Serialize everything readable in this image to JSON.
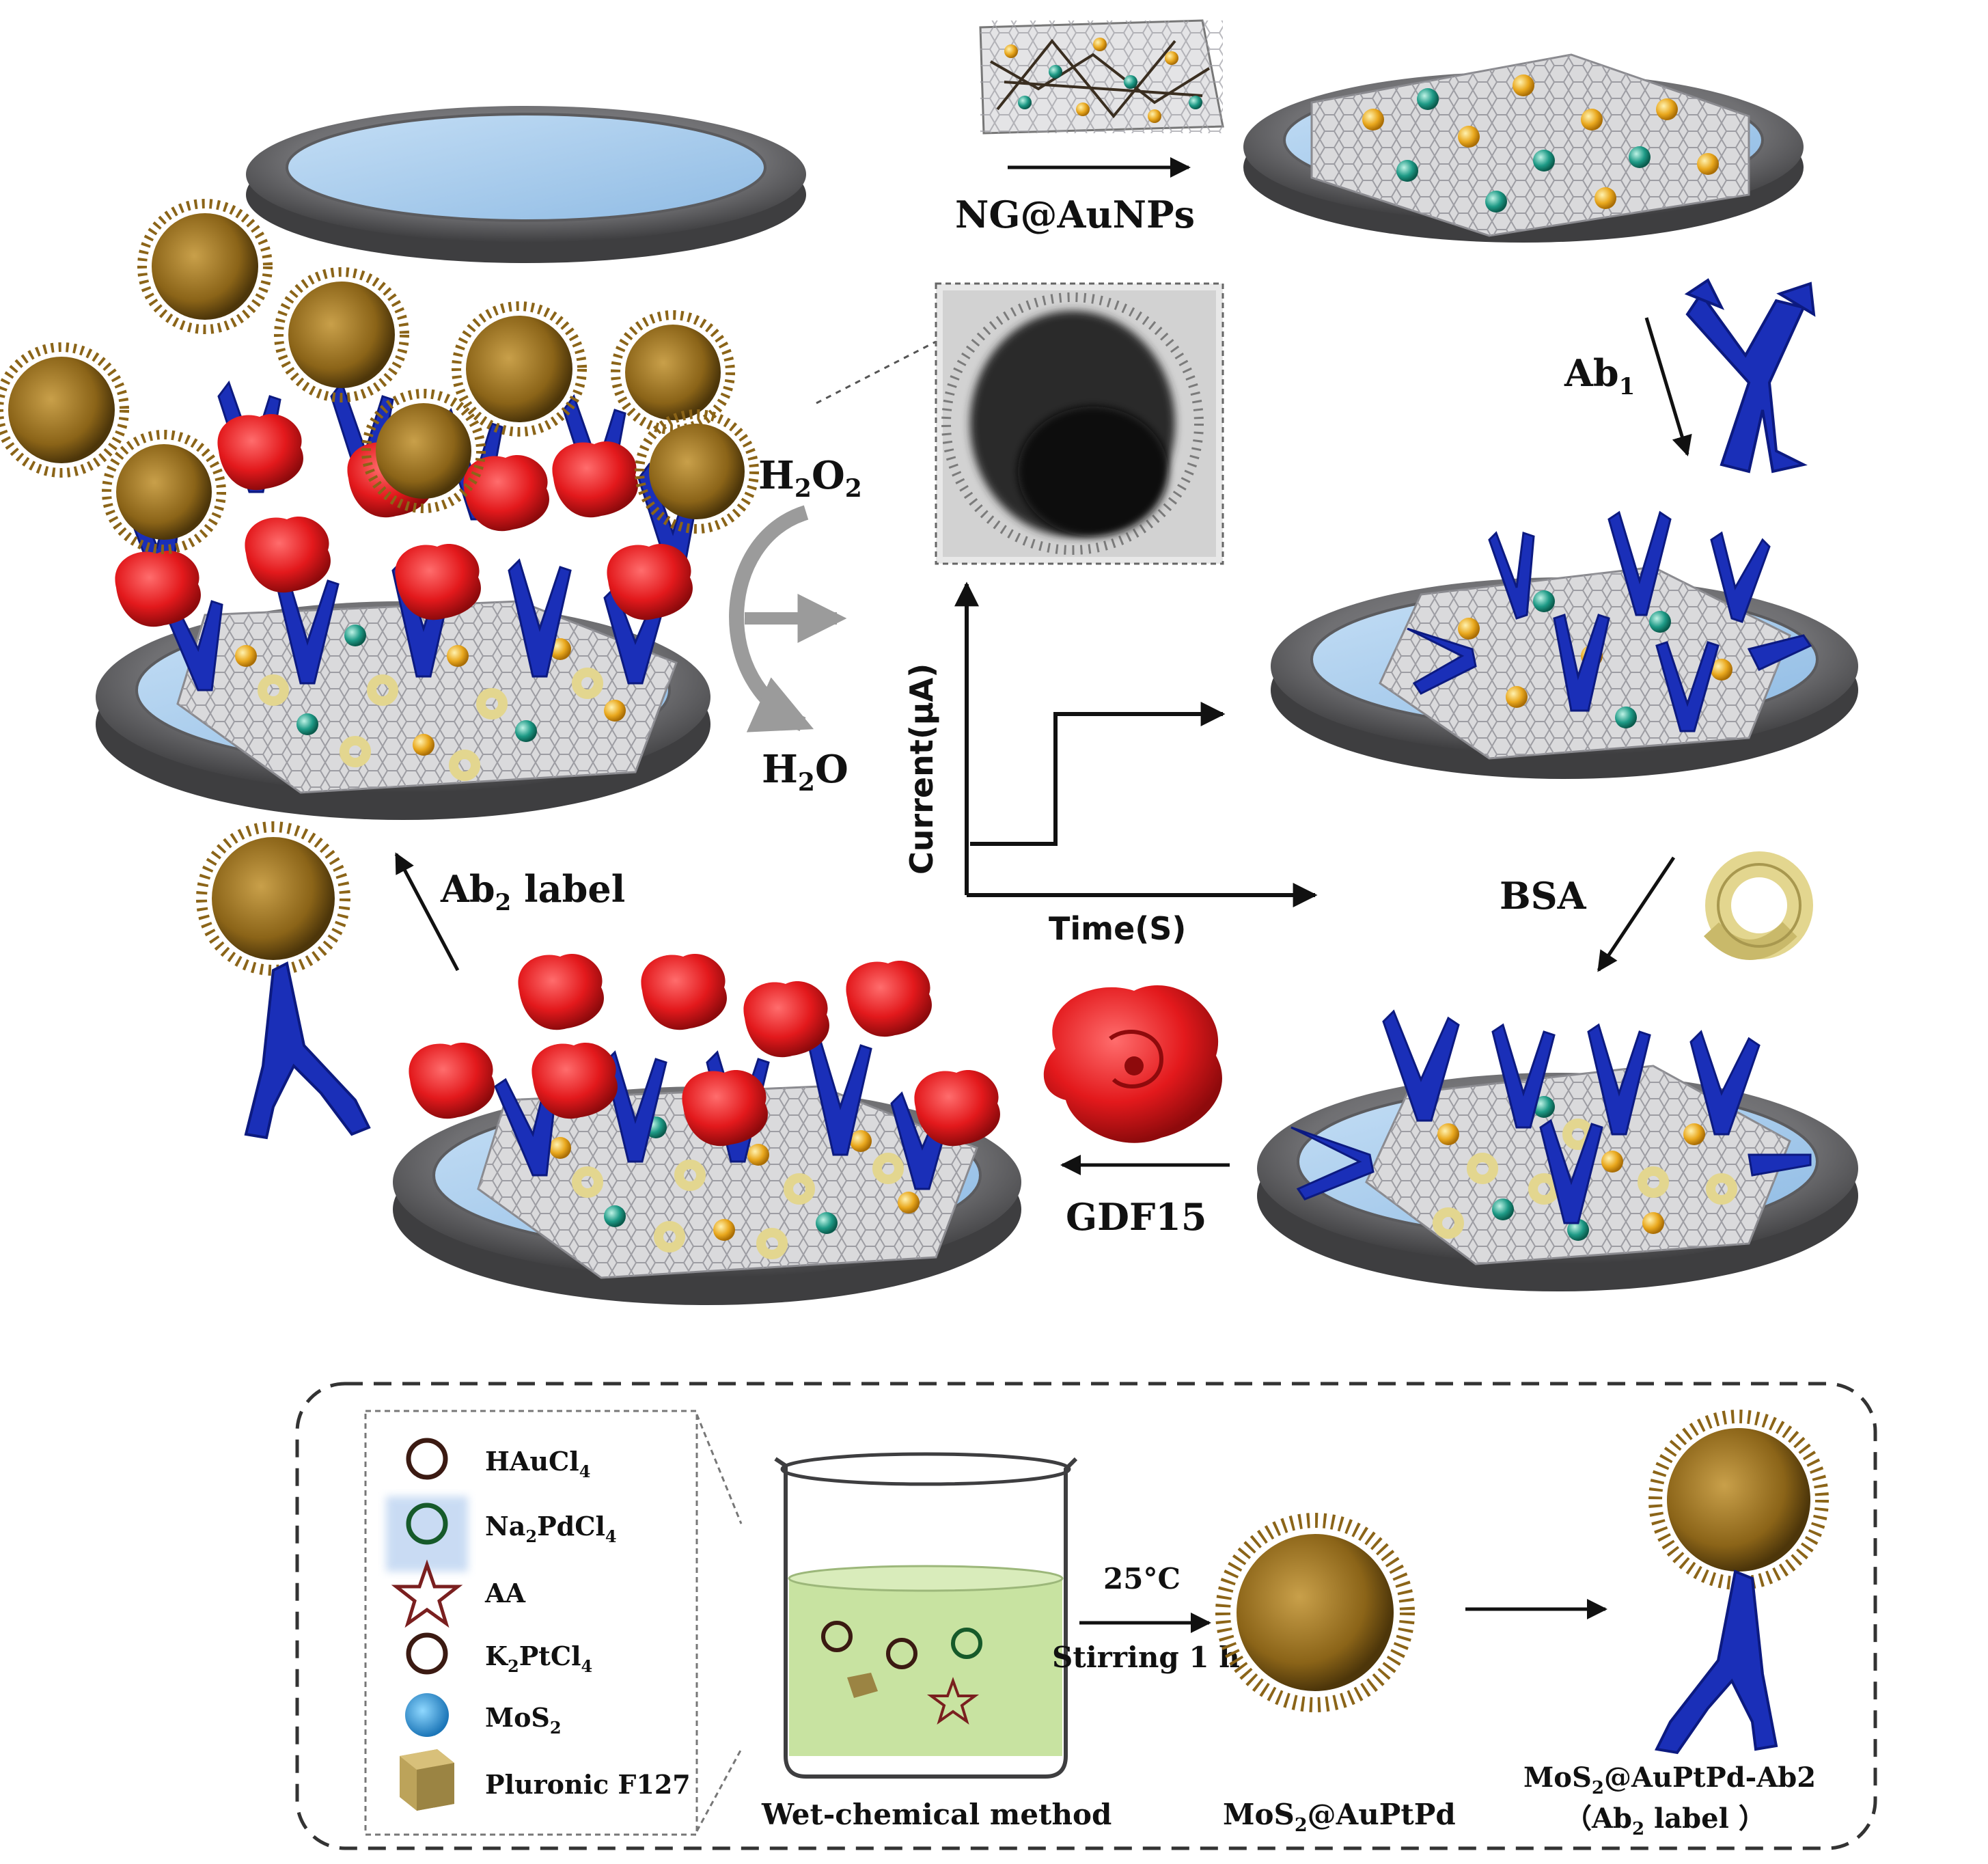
{
  "colors": {
    "electrode_rim": "#6f6f72",
    "electrode_face": "#a9cdef",
    "graphene": "#d7d7d9",
    "au_np": "#e9a81e",
    "pd_np": "#1e9a86",
    "antibody": "#1a2fb8",
    "antigen": "#e3191c",
    "bsa": "#e3d68f",
    "mos2_spiky": "#8b6418",
    "beaker_solution": "#c8e3a1"
  },
  "labels": {
    "ng_aunps": "NG@AuNPs",
    "ab1_main": "Ab",
    "ab1_sub": "1",
    "bsa": "BSA",
    "gdf15": "GDF15",
    "ab2_main": "Ab",
    "ab2_sub": "2",
    "ab2_rest": " label",
    "h2o2_main": "H",
    "h2o2_sub1": "2",
    "h2o2_o": "O",
    "h2o2_sub2": "2",
    "h2o_main": "H",
    "h2o_sub": "2",
    "h2o_o": "O"
  },
  "graph": {
    "ylabel": "Current(μA)",
    "xlabel": "Time(S)"
  },
  "synthesis": {
    "reagents": [
      {
        "pre": "HAuCl",
        "sub": "4",
        "post": "",
        "icon": "ring-dark"
      },
      {
        "pre": "Na",
        "sub": "2",
        "post": "PdCl",
        "sub2": "4",
        "icon": "ring-green"
      },
      {
        "pre": "AA",
        "sub": "",
        "post": "",
        "icon": "star"
      },
      {
        "pre": "K",
        "sub": "2",
        "post": "PtCl",
        "sub2": "4",
        "icon": "ring-dark"
      },
      {
        "pre": "MoS",
        "sub": "2",
        "post": "",
        "icon": "blue-ball"
      },
      {
        "pre": "Pluronic F127",
        "sub": "",
        "post": "",
        "icon": "cube"
      }
    ],
    "method_label": "Wet-chemical method",
    "condition_temp": "25°C",
    "condition_time": "Stirring 1 h",
    "product1_main": "MoS",
    "product1_sub": "2",
    "product1_rest": "@AuPtPd",
    "product2_main": "MoS",
    "product2_sub": "2",
    "product2_rest": "@AuPtPd-Ab2",
    "product2_paren_open": "（Ab",
    "product2_paren_sub": "2",
    "product2_paren_rest": " label ）"
  }
}
